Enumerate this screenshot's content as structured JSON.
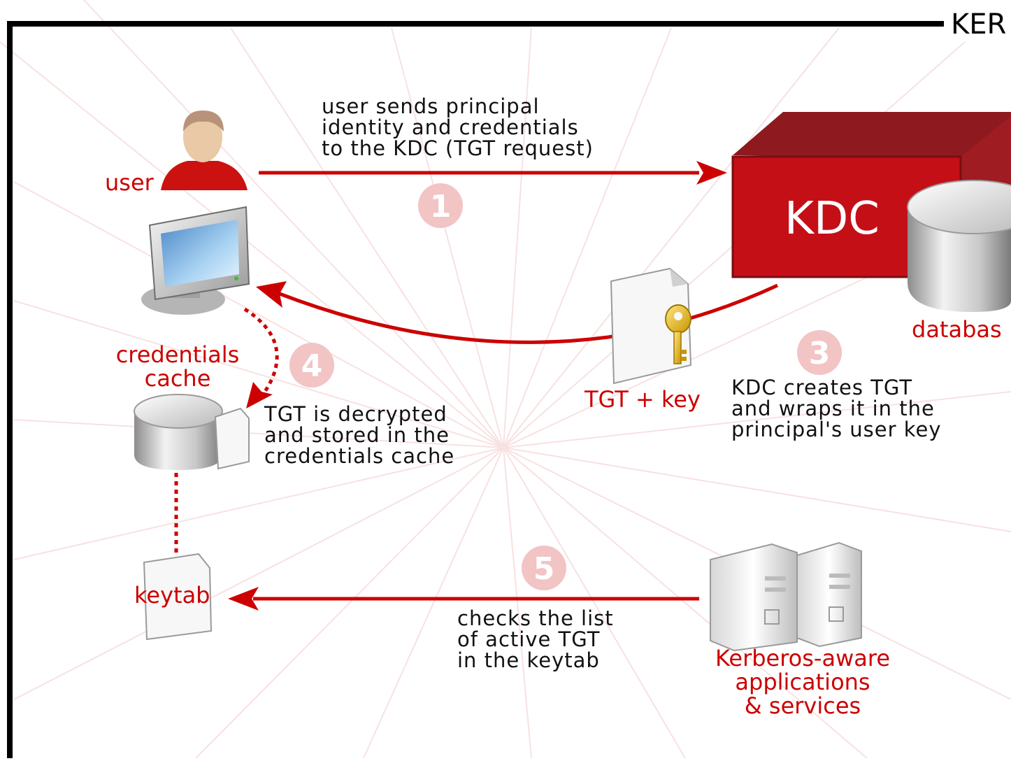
{
  "header": {
    "title": "KER"
  },
  "nodes": {
    "user": "user",
    "kdc": "KDC",
    "database": "databas",
    "credentials_cache": [
      "credentials",
      "cache"
    ],
    "keytab": "keytab",
    "tgt_key": "TGT + key",
    "services": [
      "Kerberos-aware",
      "applications",
      "& services"
    ]
  },
  "steps": [
    {
      "number": "1",
      "text": [
        "user sends principal",
        "identity and credentials",
        "to the KDC (TGT request)"
      ]
    },
    {
      "number": "3",
      "text": [
        "KDC creates TGT",
        "and wraps it in the",
        "principal's user key"
      ]
    },
    {
      "number": "4",
      "text": [
        "TGT is decrypted",
        "and stored in the",
        "credentials cache"
      ]
    },
    {
      "number": "5",
      "text": [
        "checks the list",
        "of active TGT",
        "in the keytab"
      ]
    }
  ],
  "colors": {
    "accent": "#cc0000",
    "kdc_front": "#c40f17",
    "kdc_top": "#8e1a1f",
    "step_badge": "#f2c4c4"
  }
}
